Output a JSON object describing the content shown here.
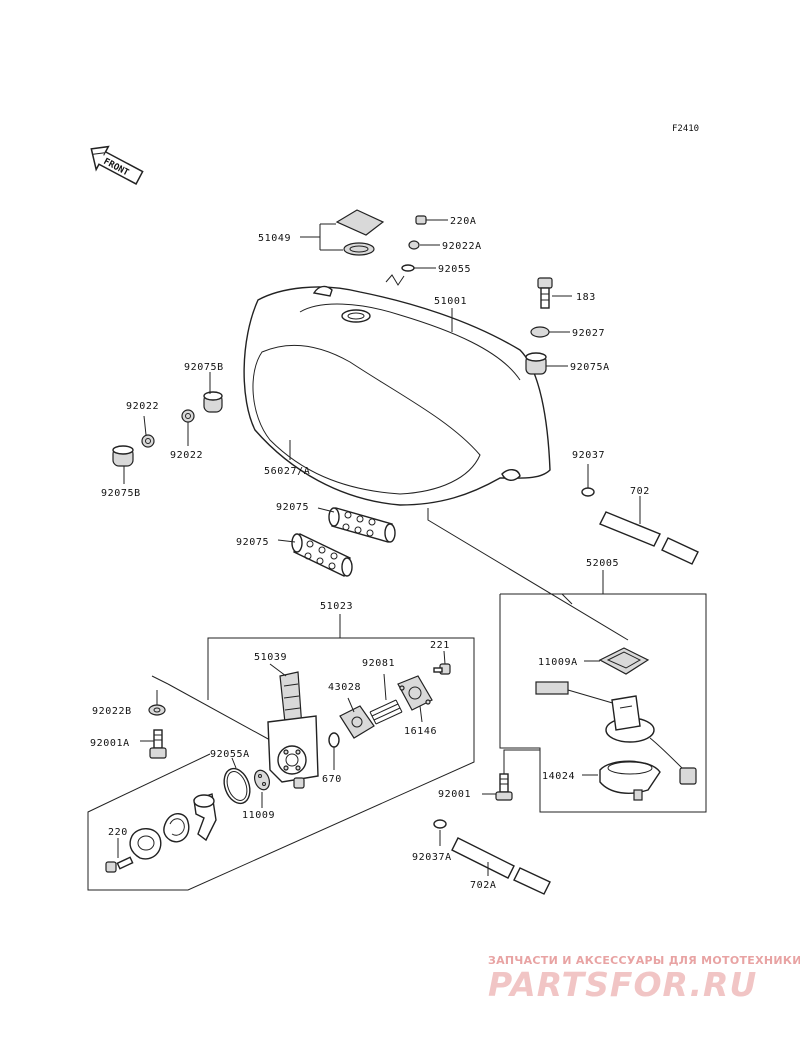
{
  "figure_code": "F2410",
  "front_label": "FRONT",
  "parts": {
    "p51049": "51049",
    "p220A": "220A",
    "p92022A": "92022A",
    "p92055": "92055",
    "p51001": "51001",
    "p183": "183",
    "p92027": "92027",
    "p92075A": "92075A",
    "p92075B_top": "92075B",
    "p92022_left": "92022",
    "p92022_mid": "92022",
    "p92075B_bot": "92075B",
    "p56027": "56027/A",
    "p92037": "92037",
    "p702": "702",
    "p92075_top": "92075",
    "p92075_bot": "92075",
    "p52005": "52005",
    "p51023": "51023",
    "p221": "221",
    "p51039": "51039",
    "p92081": "92081",
    "p43028": "43028",
    "p16146": "16146",
    "p11009A": "11009A",
    "p92022B": "92022B",
    "p92001A": "92001A",
    "p92055A": "92055A",
    "p670": "670",
    "p11009": "11009",
    "p14024": "14024",
    "p92001": "92001",
    "p220": "220",
    "p92037A": "92037A",
    "p702A": "702A"
  },
  "watermark": {
    "tagline": "ЗАПЧАСТИ И АКСЕССУАРЫ ДЛЯ МОТОТЕХНИКИ",
    "logo": "PARTSFOR.RU"
  }
}
